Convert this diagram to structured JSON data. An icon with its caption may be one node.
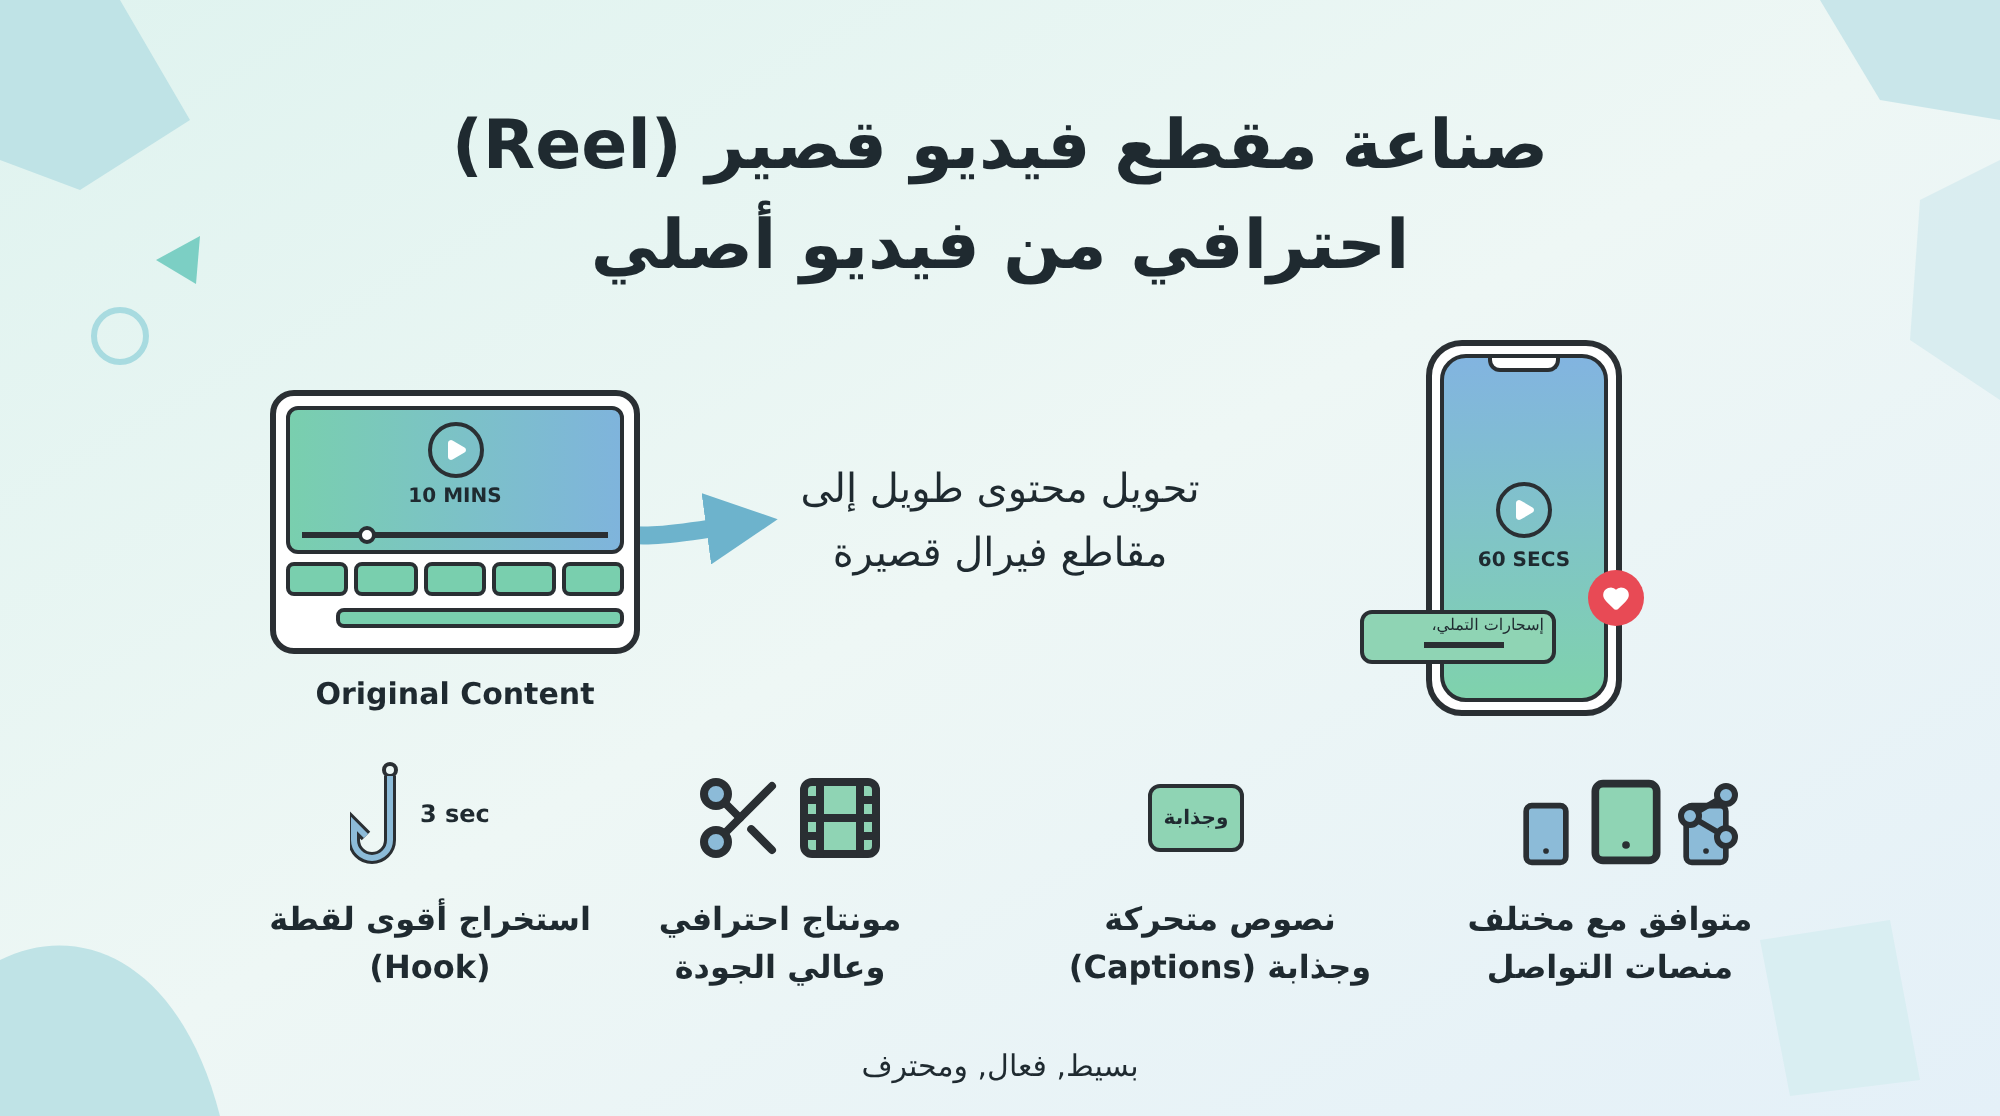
{
  "diagram": {
    "title": "صناعة مقطع فيديو قصير (Reel) احترافي من فيديو أصلي",
    "caption": "بسيط, فعال, ومحترف",
    "nodes": [
      {
        "text": [
          "10 MINS"
        ],
        "beside": [
          "Original Content"
        ]
      },
      {
        "text": [
          "تحويل محتوى طويل إلى مقاطع فيرال قصيرة"
        ]
      },
      {
        "text": [
          "60 SECS"
        ]
      }
    ],
    "edges": [
      {
        "from": 0,
        "to": 1,
        "arrow": "to"
      }
    ],
    "labels": [
      "إسحارات التملي،",
      "3 sec",
      "وجذابة",
      "متوافق مع مختلف منصات التواصل",
      "نصوص متحركة وجذابة (Captions)",
      "مونتاج احترافي وعالي الجودة",
      "استخراج أقوى لقطة (Hook)"
    ]
  }
}
